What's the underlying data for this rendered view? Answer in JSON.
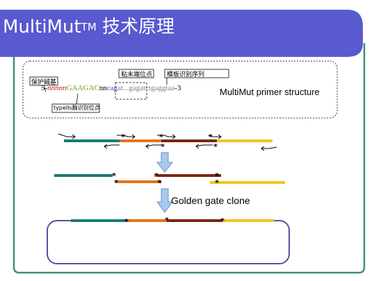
{
  "title": {
    "main": "MultiMut",
    "superscript": "TM",
    "suffix": " 技术原理"
  },
  "primer": {
    "labels": {
      "protect_base": "保护碱基",
      "sticky_end": "粘末端位点",
      "template_seq": "模板识别序列",
      "typeIIs_site": "typeIIs酶识别位点"
    },
    "sequence": {
      "prefix": "5-",
      "protect": "nnnnn",
      "site": "GAAGAC",
      "nn": "nn",
      "sticky": "cag",
      "template": "at...gagatctgaggtaa",
      "suffix": "-3"
    },
    "structure_label": "MultiMut primer structure"
  },
  "golden_gate_label": "Golden gate clone",
  "colors": {
    "banner": "#5959d0",
    "frame": "#3e8f78",
    "teal": "#1a7a78",
    "orange": "#e0761f",
    "brown": "#7a2612",
    "yellow": "#f2c61c",
    "arrow_fill": "#a8c8ee",
    "arrow_stroke": "#6b8fc4",
    "circle": "#5c4fa0",
    "seq_red": "#c0181c",
    "seq_green": "#7a9a2c",
    "seq_blue": "#3a4ab8",
    "seq_gray": "#808080"
  },
  "icons": [
    "primer-arrow-icon",
    "mutation-star-icon",
    "down-arrow-icon"
  ]
}
